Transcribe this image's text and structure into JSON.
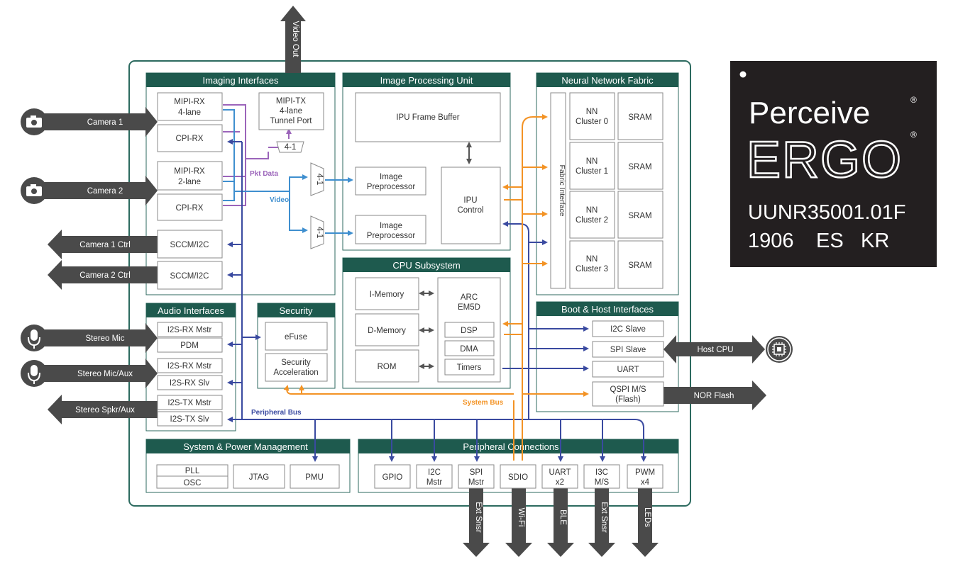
{
  "colors": {
    "teal": "#1e5a4e",
    "frame": "#2c6a5f",
    "orange": "#f39325",
    "purple": "#9b64ba",
    "navy": "#3a4aa0",
    "blue": "#3f8fcf",
    "grey_arrow": "#4a4a4a",
    "block_border": "#8a8a8a",
    "logo_bg": "#231f20"
  },
  "sections": {
    "imaging": "Imaging Interfaces",
    "ipu": "Image Processing Unit",
    "nnf": "Neural Network Fabric",
    "cpu": "CPU Subsystem",
    "boot": "Boot & Host Interfaces",
    "audio": "Audio Interfaces",
    "security": "Security",
    "spm": "System & Power Management",
    "periph": "Peripheral Connections"
  },
  "blocks": {
    "mipi_rx4": [
      "MIPI-RX",
      "4-lane"
    ],
    "cpi_rx1": "CPI-RX",
    "mipi_tx": [
      "MIPI-TX",
      "4-lane",
      "Tunnel Port"
    ],
    "mux41_top": "4-1",
    "mipi_rx2": [
      "MIPI-RX",
      "2-lane"
    ],
    "cpi_rx2": "CPI-RX",
    "sccm1": "SCCM/I2C",
    "sccm2": "SCCM/I2C",
    "mux_a": "4-1",
    "mux_b": "4-1",
    "ipu_fb": "IPU Frame Buffer",
    "img_pre1": [
      "Image",
      "Preprocessor"
    ],
    "img_pre2": [
      "Image",
      "Preprocessor"
    ],
    "ipu_ctrl": [
      "IPU",
      "Control"
    ],
    "fabric_if": "Fabric Interface",
    "nn0": [
      "NN",
      "Cluster 0"
    ],
    "nn1": [
      "NN",
      "Cluster 1"
    ],
    "nn2": [
      "NN",
      "Cluster 2"
    ],
    "nn3": [
      "NN",
      "Cluster 3"
    ],
    "sram": "SRAM",
    "imem": "I-Memory",
    "dmem": "D-Memory",
    "rom": "ROM",
    "arc": [
      "ARC",
      "EM5D"
    ],
    "dsp": "DSP",
    "dma": "DMA",
    "timers": "Timers",
    "i2c_slave": "I2C Slave",
    "spi_slave": "SPI Slave",
    "uart": "UART",
    "qspi": [
      "QSPI M/S",
      "(Flash)"
    ],
    "i2s_rx_mstr1": "I2S-RX Mstr",
    "pdm": "PDM",
    "i2s_rx_mstr2": "I2S-RX Mstr",
    "i2s_rx_slv": "I2S-RX Slv",
    "i2s_tx_mstr": "I2S-TX Mstr",
    "i2s_tx_slv": "I2S-TX Slv",
    "efuse": "eFuse",
    "sec_acc": [
      "Security",
      "Acceleration"
    ],
    "pll": "PLL",
    "osc": "OSC",
    "jtag": "JTAG",
    "pmu": "PMU",
    "gpio": "GPIO",
    "i2c_mstr": [
      "I2C",
      "Mstr"
    ],
    "spi_mstr": [
      "SPI",
      "Mstr"
    ],
    "sdio": "SDIO",
    "uart_x2": [
      "UART",
      "x2"
    ],
    "i3c": [
      "I3C",
      "M/S"
    ],
    "pwm": [
      "PWM",
      "x4"
    ]
  },
  "external": {
    "video_out": "Video Out",
    "camera1": "Camera 1",
    "camera2": "Camera 2",
    "camera1_ctrl": "Camera 1 Ctrl",
    "camera2_ctrl": "Camera 2 Ctrl",
    "stereo_mic": "Stereo Mic",
    "stereo_mic_aux": "Stereo Mic/Aux",
    "stereo_spkr_aux": "Stereo Spkr/Aux",
    "host_cpu": "Host CPU",
    "nor_flash": "NOR Flash",
    "ext_snsr1": "Ext Snsr",
    "wifi": "Wi-Fi",
    "ble": "BLE",
    "ext_snsr2": "Ext Snsr",
    "leds": "LEDs"
  },
  "bus_labels": {
    "pkt_data": "Pkt Data",
    "video": "Video",
    "system_bus": "System Bus",
    "peripheral_bus": "Peripheral Bus"
  },
  "logo": {
    "brand": "Perceive",
    "product": "ERGO",
    "part_number": "UUNR35001.01F",
    "date_code": "1906",
    "grade": "ES",
    "country": "KR",
    "registered": "®"
  }
}
